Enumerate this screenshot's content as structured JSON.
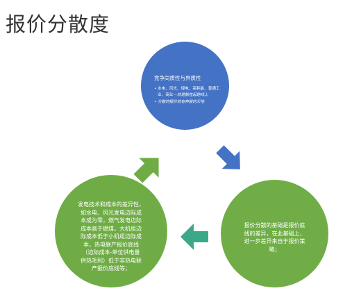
{
  "title": "报价分散度",
  "top_circle": {
    "heading": "竞争同质性与异质性",
    "bullets": [
      {
        "text": "水电、风光、煤电、高耗能、普通工业、商业—",
        "emphasis": "就是躺在起跑线上"
      },
      {
        "text": "",
        "emphasis": "分散的报价就有伸展的天地"
      }
    ],
    "color": "#4472c4"
  },
  "left_circle": {
    "text": "发电技术和成本的差异性，\n如水电、风光发电边际成\n本成为零，燃气发电边际\n成本高于燃煤，大机组边\n际成本低于小机组边际成\n本，热电联产报价底线\n（边际成本-单位供电量\n供热毛利）低于非热电联\n产报价底线等；",
    "color": "#6fac46"
  },
  "right_circle": {
    "text": "报价分散的基础是报价底\n线的差异，在此基础上，\n进一步差异来自于报价策\n略；",
    "color": "#70ad47"
  },
  "arrows": {
    "top_to_right": {
      "color": "#4472c4",
      "icon": "down-right-arrow"
    },
    "right_to_left": {
      "color": "#3ba88a",
      "icon": "left-arrow"
    },
    "left_to_top": {
      "color": "#6fac46",
      "icon": "up-right-arrow"
    }
  }
}
